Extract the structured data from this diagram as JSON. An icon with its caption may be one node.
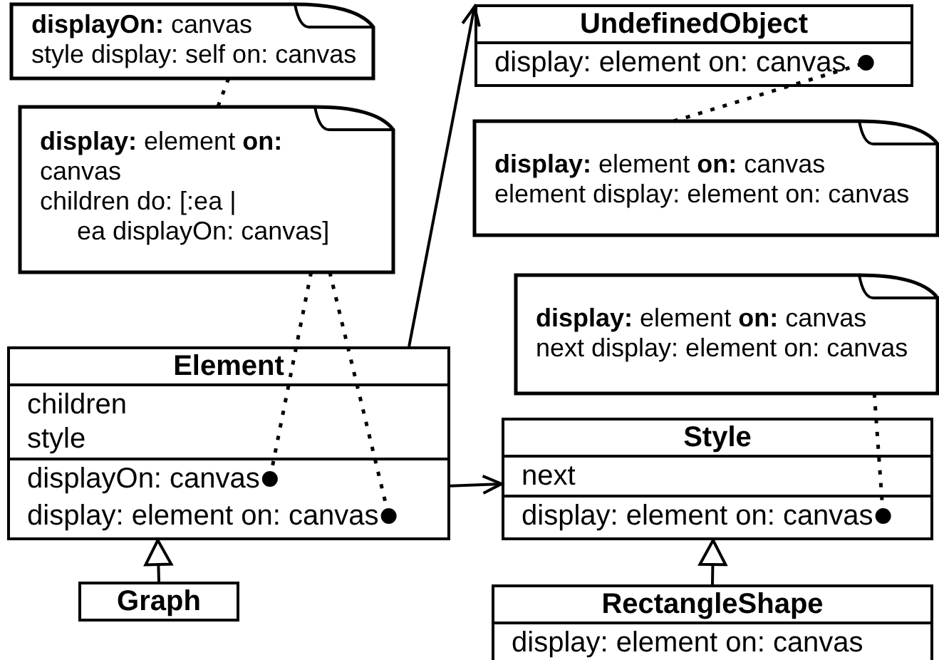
{
  "diagram": {
    "nodes": [
      {
        "text": [
          "**displayOn:** canvas",
          "style display: self on: canvas"
        ]
      },
      {
        "text": [
          "**display:** element **on:** canvas",
          "children do: [:ea |",
          "ea displayOn: canvas]"
        ]
      },
      {
        "text": [
          "UndefinedObject"
        ]
      },
      {
        "text": [
          "display: element on: canvas"
        ],
        "in": 2
      },
      {
        "text": [
          "**display:** element **on:** canvas",
          "element display: element on: canvas"
        ]
      },
      {
        "text": [
          "**display:** element **on:** canvas",
          "next display: element on: canvas"
        ]
      },
      {
        "text": [
          "Element",
          "children",
          "style"
        ]
      },
      {
        "text": [
          "displayOn: canvas"
        ],
        "in": 6
      },
      {
        "text": [
          "display: element on: canvas"
        ],
        "in": 6
      },
      {
        "text": [
          "Style",
          "next"
        ]
      },
      {
        "text": [
          "display: element on: canvas"
        ],
        "in": 9
      },
      {
        "text": [
          "Graph"
        ]
      },
      {
        "text": [
          "RectangleShape",
          "display: element on: canvas"
        ]
      }
    ],
    "edges": [
      {
        "from": 0,
        "to": 1,
        "arrow": "none",
        "style": "dashed"
      },
      {
        "from": 1,
        "to": 7,
        "arrow": "other",
        "style": "dashed"
      },
      {
        "from": 1,
        "to": 8,
        "arrow": "other",
        "style": "dashed"
      },
      {
        "from": 6,
        "to": 2,
        "arrow": "to"
      },
      {
        "from": 4,
        "to": 3,
        "arrow": "other",
        "style": "dashed"
      },
      {
        "from": 5,
        "to": 10,
        "arrow": "other",
        "style": "dashed"
      },
      {
        "from": 6,
        "to": 9,
        "arrow": "to"
      },
      {
        "from": 11,
        "to": 6,
        "arrow": "to"
      },
      {
        "from": 12,
        "to": 9,
        "arrow": "to"
      }
    ]
  }
}
